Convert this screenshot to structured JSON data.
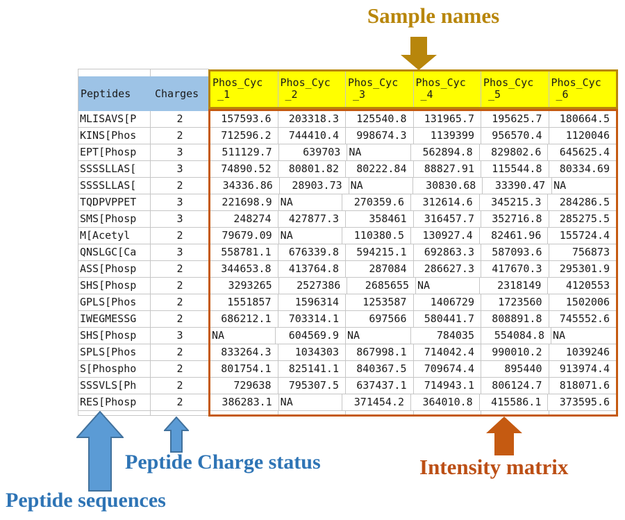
{
  "annotations": {
    "sample_names": "Sample names",
    "peptide_sequences": "Peptide sequences",
    "peptide_charge_status": "Peptide Charge status",
    "intensity_matrix": "Intensity matrix"
  },
  "colors": {
    "gold": "#B8860B",
    "yellow_header_bg": "#FFFF00",
    "blue_header_bg": "#9DC3E6",
    "annotation_blue": "#2E74B5",
    "arrow_blue_fill": "#5B9BD5",
    "arrow_blue_border": "#41719C",
    "orange": "#C55A11",
    "annotation_orange": "#BC4F15",
    "gridline": "#C6C6C6"
  },
  "table": {
    "peptides_header": "Peptides",
    "charges_header": "Charges",
    "sample_headers": [
      {
        "line1": "Phos_Cyc",
        "line2": "_1"
      },
      {
        "line1": "Phos_Cyc",
        "line2": "_2"
      },
      {
        "line1": "Phos_Cyc",
        "line2": "_3"
      },
      {
        "line1": "Phos_Cyc",
        "line2": "_4"
      },
      {
        "line1": "Phos_Cyc",
        "line2": "_5"
      },
      {
        "line1": "Phos_Cyc",
        "line2": "_6"
      }
    ],
    "rows": [
      {
        "peptide": "MLISAVS[P",
        "charge": "2",
        "values": [
          "157593.6",
          "203318.3",
          "125540.8",
          "131965.7",
          "195625.7",
          "180664.5"
        ]
      },
      {
        "peptide": "KINS[Phos",
        "charge": "2",
        "values": [
          "712596.2",
          "744410.4",
          "998674.3",
          "1139399",
          "956570.4",
          "1120046"
        ]
      },
      {
        "peptide": "EPT[Phosp",
        "charge": "3",
        "values": [
          "511129.7",
          "639703",
          "NA",
          "562894.8",
          "829802.6",
          "645625.4"
        ]
      },
      {
        "peptide": "SSSSLLAS[",
        "charge": "3",
        "values": [
          "74890.52",
          "80801.82",
          "80222.84",
          "88827.91",
          "115544.8",
          "80334.69"
        ]
      },
      {
        "peptide": "SSSSLLAS[",
        "charge": "2",
        "values": [
          "34336.86",
          "28903.73",
          "NA",
          "30830.68",
          "33390.47",
          "NA"
        ]
      },
      {
        "peptide": "TQDPVPPET",
        "charge": "3",
        "values": [
          "221698.9",
          "NA",
          "270359.6",
          "312614.6",
          "345215.3",
          "284286.5"
        ]
      },
      {
        "peptide": "SMS[Phosp",
        "charge": "3",
        "values": [
          "248274",
          "427877.3",
          "358461",
          "316457.7",
          "352716.8",
          "285275.5"
        ]
      },
      {
        "peptide": "M[Acetyl",
        "charge": "2",
        "values": [
          "79679.09",
          "NA",
          "110380.5",
          "130927.4",
          "82461.96",
          "155724.4"
        ]
      },
      {
        "peptide": "QNSLGC[Ca",
        "charge": "3",
        "values": [
          "558781.1",
          "676339.8",
          "594215.1",
          "692863.3",
          "587093.6",
          "756873"
        ]
      },
      {
        "peptide": "ASS[Phosp",
        "charge": "2",
        "values": [
          "344653.8",
          "413764.8",
          "287084",
          "286627.3",
          "417670.3",
          "295301.9"
        ]
      },
      {
        "peptide": "SHS[Phosp",
        "charge": "2",
        "values": [
          "3293265",
          "2527386",
          "2685655",
          "NA",
          "2318149",
          "4120553"
        ]
      },
      {
        "peptide": "GPLS[Phos",
        "charge": "2",
        "values": [
          "1551857",
          "1596314",
          "1253587",
          "1406729",
          "1723560",
          "1502006"
        ]
      },
      {
        "peptide": "IWEGMESSG",
        "charge": "2",
        "values": [
          "686212.1",
          "703314.1",
          "697566",
          "580441.7",
          "808891.8",
          "745552.6"
        ]
      },
      {
        "peptide": "SHS[Phosp",
        "charge": "3",
        "values": [
          "NA",
          "604569.9",
          "NA",
          "784035",
          "554084.8",
          "NA"
        ]
      },
      {
        "peptide": "SPLS[Phos",
        "charge": "2",
        "values": [
          "833264.3",
          "1034303",
          "867998.1",
          "714042.4",
          "990010.2",
          "1039246"
        ]
      },
      {
        "peptide": "S[Phospho",
        "charge": "2",
        "values": [
          "801754.1",
          "825141.1",
          "840367.5",
          "709674.4",
          "895440",
          "913974.4"
        ]
      },
      {
        "peptide": "SSSVLS[Ph",
        "charge": "2",
        "values": [
          "729638",
          "795307.5",
          "637437.1",
          "714943.1",
          "806124.7",
          "818071.6"
        ]
      },
      {
        "peptide": "RES[Phosp",
        "charge": "2",
        "values": [
          "386283.1",
          "NA",
          "371454.2",
          "364010.8",
          "415586.1",
          "373595.6"
        ]
      }
    ]
  }
}
